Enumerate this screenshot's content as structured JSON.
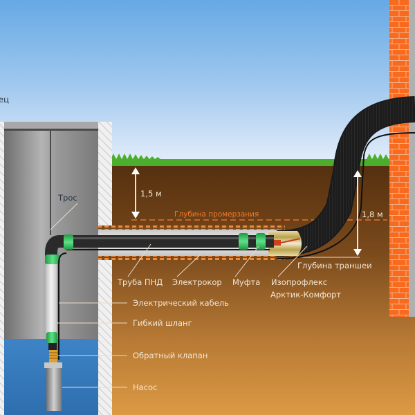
{
  "diagram": {
    "title_fragment": "ец",
    "labels": {
      "rope": "Трос",
      "depth_frost": "1,5 м",
      "frost_line": "Глубина промерзания",
      "depth_trench": "1,8 м",
      "trench_depth": "Глубина траншеи",
      "pipe_pnd": "Труба ПНД",
      "heating_cable": "Электрокор",
      "coupling": "Муфта",
      "insulation_line1": "Изопрофлекс",
      "insulation_line2": "Арктик-Комфорт",
      "electric_cable": "Электрический кабель",
      "flexible_hose": "Гибкий шланг",
      "check_valve": "Обратный клапан",
      "pump": "Насос"
    },
    "colors": {
      "sky_top": "#64a8e4",
      "sky_bottom": "#e4eefa",
      "grass": "#4cae2c",
      "soil_top": "#5a3412",
      "soil_bottom": "#d9963e",
      "brick": "#f2601a",
      "water": "#3a7dc0",
      "coupling_green": "#2fbf5a",
      "frost_line": "#e8702a"
    }
  }
}
